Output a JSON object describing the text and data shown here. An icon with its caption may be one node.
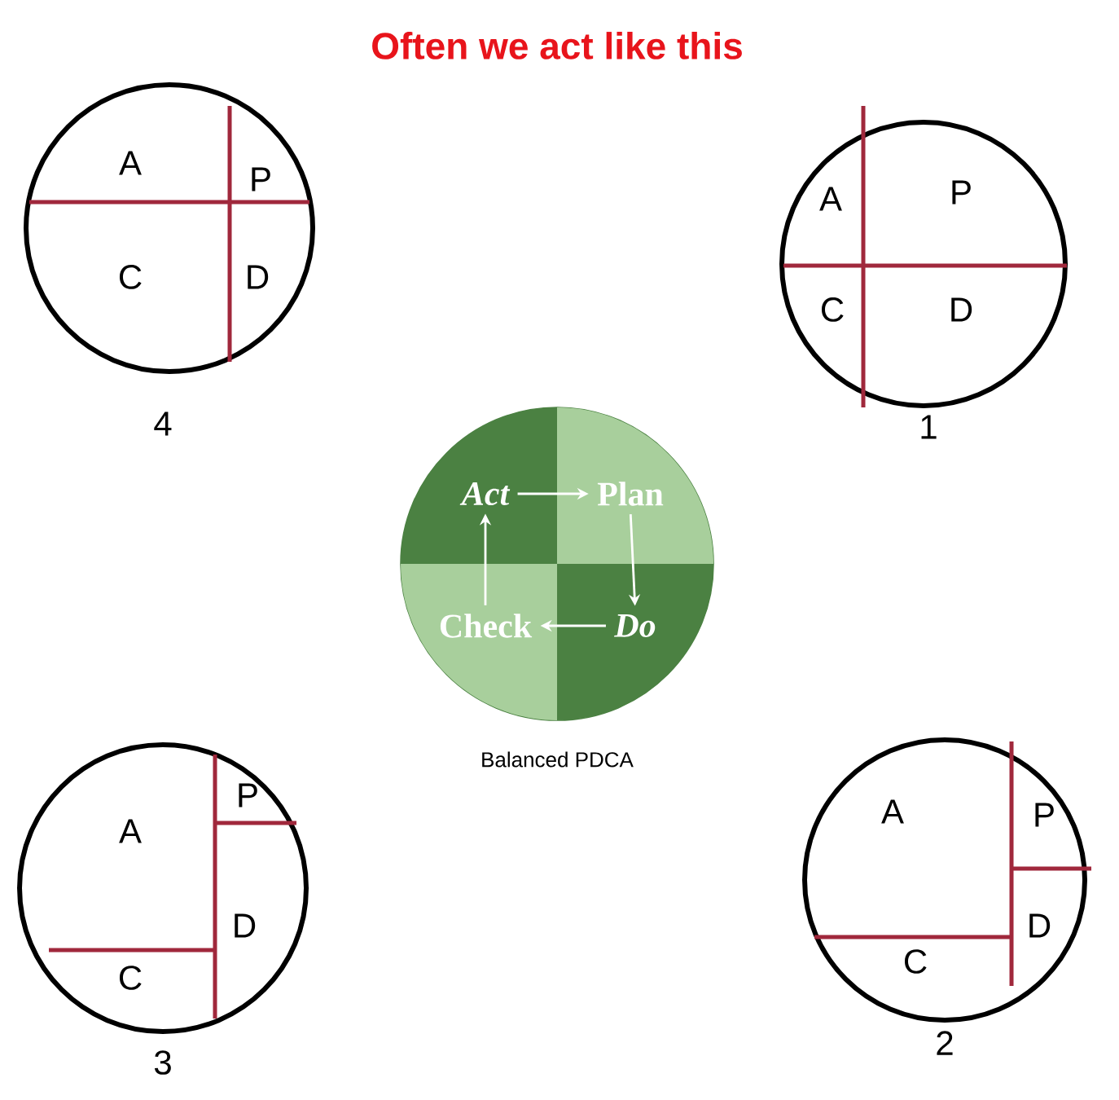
{
  "diagram": {
    "title": "Often we act like this",
    "nodes": [
      {
        "text": [
          "A",
          "P",
          "C",
          "D"
        ],
        "beside": [
          "4"
        ]
      },
      {
        "text": [
          "A",
          "P",
          "C",
          "D"
        ],
        "beside": [
          "1"
        ]
      },
      {
        "text": [],
        "shape": "circle",
        "beside": [
          "Balanced PDCA"
        ]
      },
      {
        "text": [
          "Act"
        ],
        "in": 2
      },
      {
        "text": [
          "Plan"
        ],
        "in": 2
      },
      {
        "text": [
          "Check"
        ],
        "in": 2
      },
      {
        "text": [
          "Do"
        ],
        "in": 2
      },
      {
        "text": [
          "A",
          "P",
          "D",
          "C"
        ],
        "beside": [
          "3"
        ]
      },
      {
        "text": [
          "A",
          "P",
          "D",
          "C"
        ],
        "beside": [
          "2"
        ]
      }
    ],
    "edges": [
      {
        "from": 3,
        "to": 4,
        "arrow": "to"
      },
      {
        "from": 4,
        "to": 6,
        "arrow": "to"
      },
      {
        "from": 6,
        "to": 5,
        "arrow": "to"
      },
      {
        "from": 5,
        "to": 3,
        "arrow": "to"
      }
    ]
  }
}
